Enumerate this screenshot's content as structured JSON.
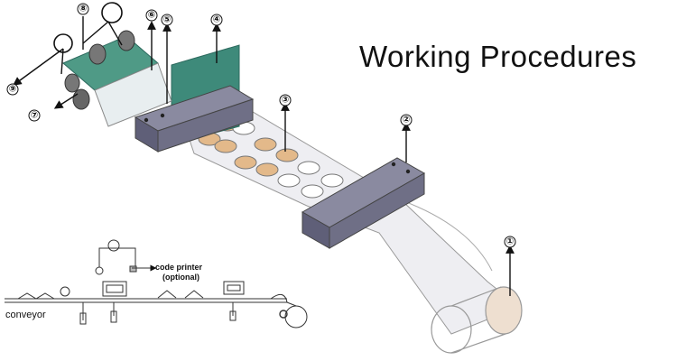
{
  "title": "Working Procedures",
  "callouts": [
    "①",
    "②",
    "③",
    "④",
    "⑤",
    "⑥",
    "⑦",
    "⑧",
    "⑨"
  ],
  "inset": {
    "code_printer_label": "code printer",
    "code_printer_note": "(optional)",
    "conveyor_label": "conveyor"
  },
  "colors": {
    "block": "#6f6f86",
    "block_top": "#8a8aa0",
    "plate": "#3e8a7a",
    "film": "#c8c8d0",
    "cup_fill": "#e3b98a"
  }
}
